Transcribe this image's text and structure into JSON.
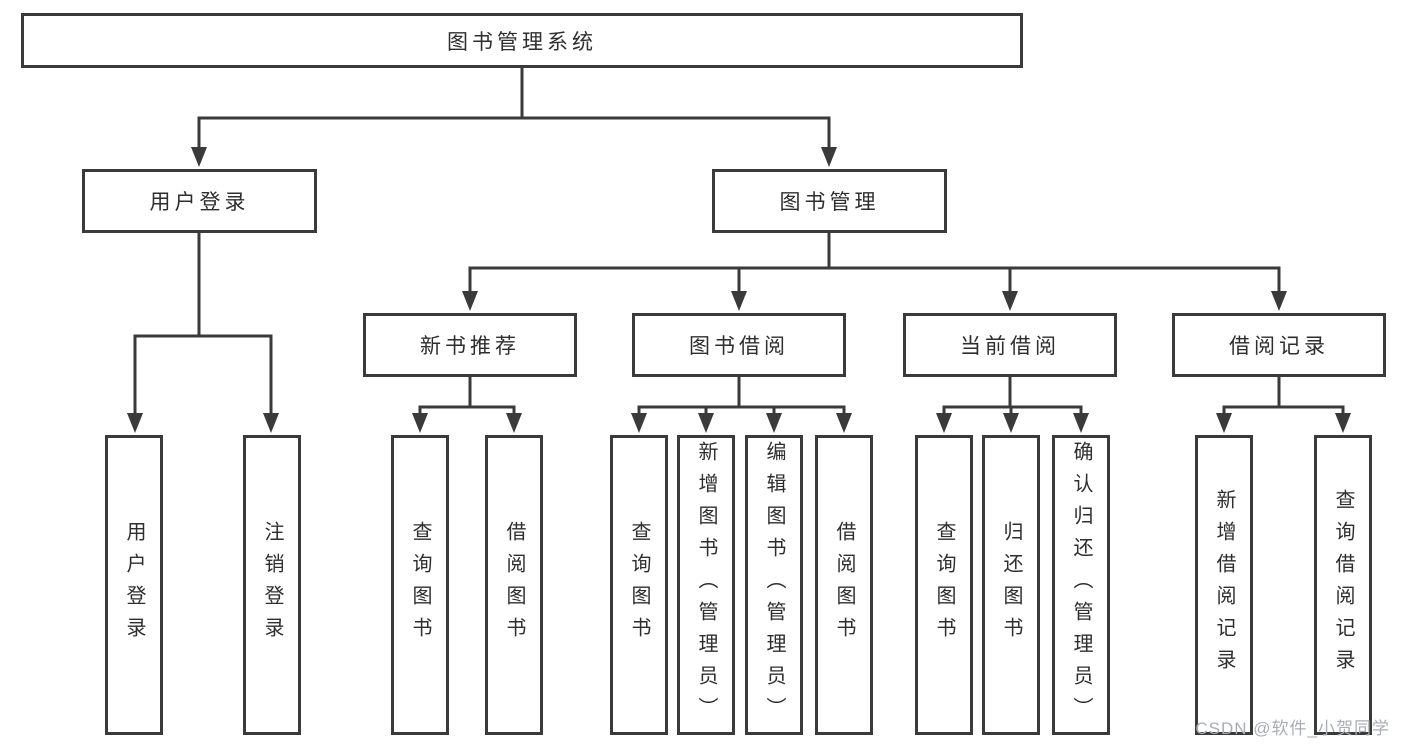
{
  "diagram": {
    "watermark": "CSDN @软件_小贺同学",
    "colors": {
      "line": "#3a3a3a",
      "box_border": "#3a3a3a",
      "text": "#2e2e2e",
      "background": "#ffffff",
      "watermark": "#a9aeb4"
    },
    "tree": {
      "label": "图书管理系统",
      "children": [
        {
          "label": "用户登录",
          "children": [
            {
              "label": "用户登录"
            },
            {
              "label": "注销登录"
            }
          ]
        },
        {
          "label": "图书管理",
          "children": [
            {
              "label": "新书推荐",
              "children": [
                {
                  "label": "查询图书"
                },
                {
                  "label": "借阅图书"
                }
              ]
            },
            {
              "label": "图书借阅",
              "children": [
                {
                  "label": "查询图书"
                },
                {
                  "label": "新增图书（管理员）"
                },
                {
                  "label": "编辑图书（管理员）"
                },
                {
                  "label": "借阅图书"
                }
              ]
            },
            {
              "label": "当前借阅",
              "children": [
                {
                  "label": "查询图书"
                },
                {
                  "label": "归还图书"
                },
                {
                  "label": "确认归还（管理员）"
                }
              ]
            },
            {
              "label": "借阅记录",
              "children": [
                {
                  "label": "新增借阅记录"
                },
                {
                  "label": "查询借阅记录"
                }
              ]
            }
          ]
        }
      ]
    }
  }
}
